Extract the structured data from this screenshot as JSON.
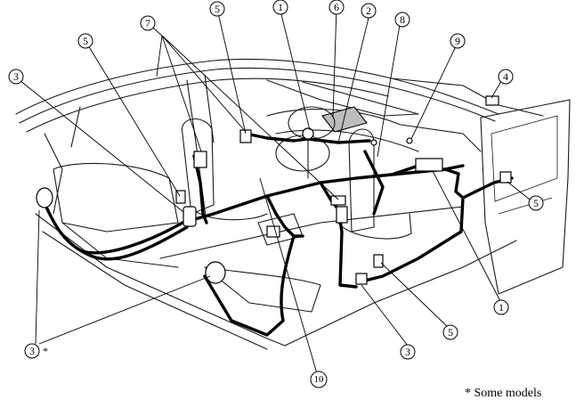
{
  "footnote": "* Some models",
  "callouts": [
    {
      "id": "c1-top",
      "label": "1"
    },
    {
      "id": "c1-right",
      "label": "1"
    },
    {
      "id": "c2",
      "label": "2"
    },
    {
      "id": "c3-left",
      "label": "3"
    },
    {
      "id": "c3-bottom-left",
      "label": "3"
    },
    {
      "id": "c3-bottom",
      "label": "3"
    },
    {
      "id": "c4",
      "label": "4"
    },
    {
      "id": "c5-a",
      "label": "5"
    },
    {
      "id": "c5-b",
      "label": "5"
    },
    {
      "id": "c5-c",
      "label": "5"
    },
    {
      "id": "c5-d",
      "label": "5"
    },
    {
      "id": "c6",
      "label": "6"
    },
    {
      "id": "c7",
      "label": "7"
    },
    {
      "id": "c8",
      "label": "8"
    },
    {
      "id": "c9",
      "label": "9"
    },
    {
      "id": "c10",
      "label": "10"
    }
  ],
  "asterisk": "*"
}
